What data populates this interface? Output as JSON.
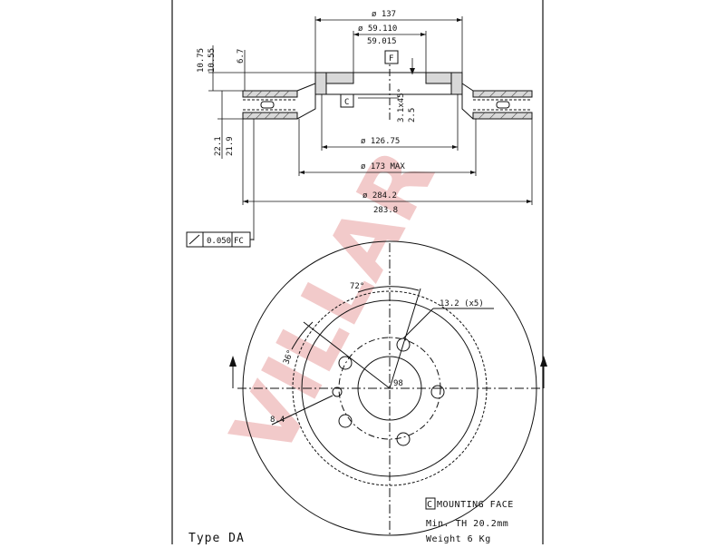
{
  "drawing": {
    "top_dims": {
      "d137": "ø 137",
      "d59110": "ø 59.110",
      "d59015": "59.015",
      "d12675": "ø 126.75",
      "d173": "ø 173 MAX",
      "d2842": "ø 284.2",
      "d2838": "283.8",
      "h1075": "10.75",
      "h1055": "10.55",
      "h67": "6.7",
      "h221": "22.1",
      "h219": "21.9",
      "chamfer": "3.1x45°",
      "h25": "2.5",
      "datum_c": "C",
      "datum_f": "F"
    },
    "runout": {
      "value": "0.050",
      "ref": "FC"
    },
    "front_dims": {
      "angle72": "72°",
      "angle36": "36°",
      "holes": "13.2 (x5)",
      "pcd": "98",
      "d84": "8.4"
    },
    "info": {
      "mount_letter": "C",
      "mount_label": "MOUNTING FACE",
      "min_th": "Min. TH 20.2mm",
      "weight": "Weight  6  Kg",
      "type": "Type DA"
    },
    "watermark": "VILLAR"
  }
}
